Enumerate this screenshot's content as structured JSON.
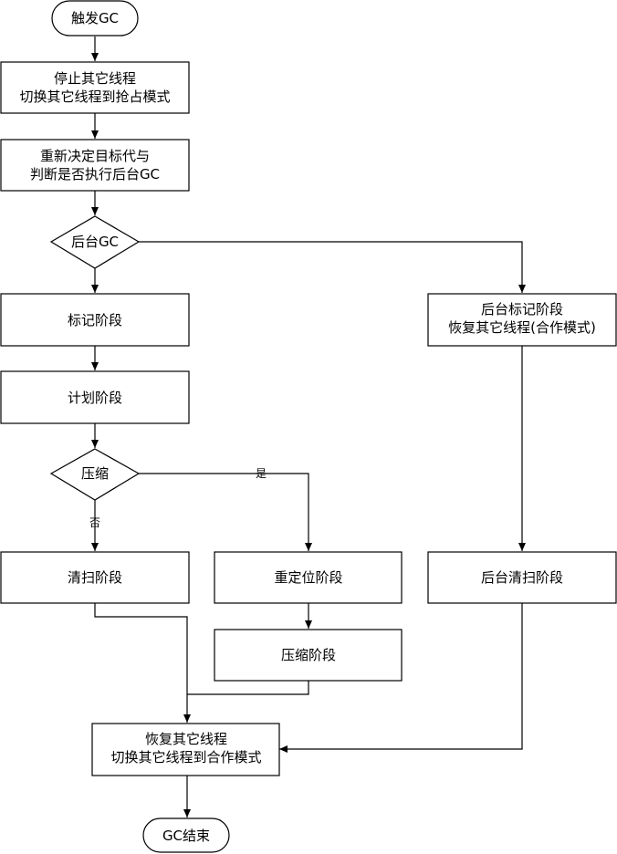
{
  "nodes": {
    "start": "触发GC",
    "stop_threads": [
      "停止其它线程",
      "切换其它线程到抢占模式"
    ],
    "decide": [
      "重新决定目标代与",
      "判断是否执行后台GC"
    ],
    "bg_gc_decision": "后台GC",
    "mark": "标记阶段",
    "plan": "计划阶段",
    "compact_decision": "压缩",
    "sweep": "清扫阶段",
    "relocate": "重定位阶段",
    "compact": "压缩阶段",
    "bg_mark": [
      "后台标记阶段",
      "恢复其它线程(合作模式)"
    ],
    "bg_sweep": "后台清扫阶段",
    "resume": [
      "恢复其它线程",
      "切换其它线程到合作模式"
    ],
    "end": "GC结束"
  },
  "edge_labels": {
    "yes": "是",
    "no": "否"
  }
}
